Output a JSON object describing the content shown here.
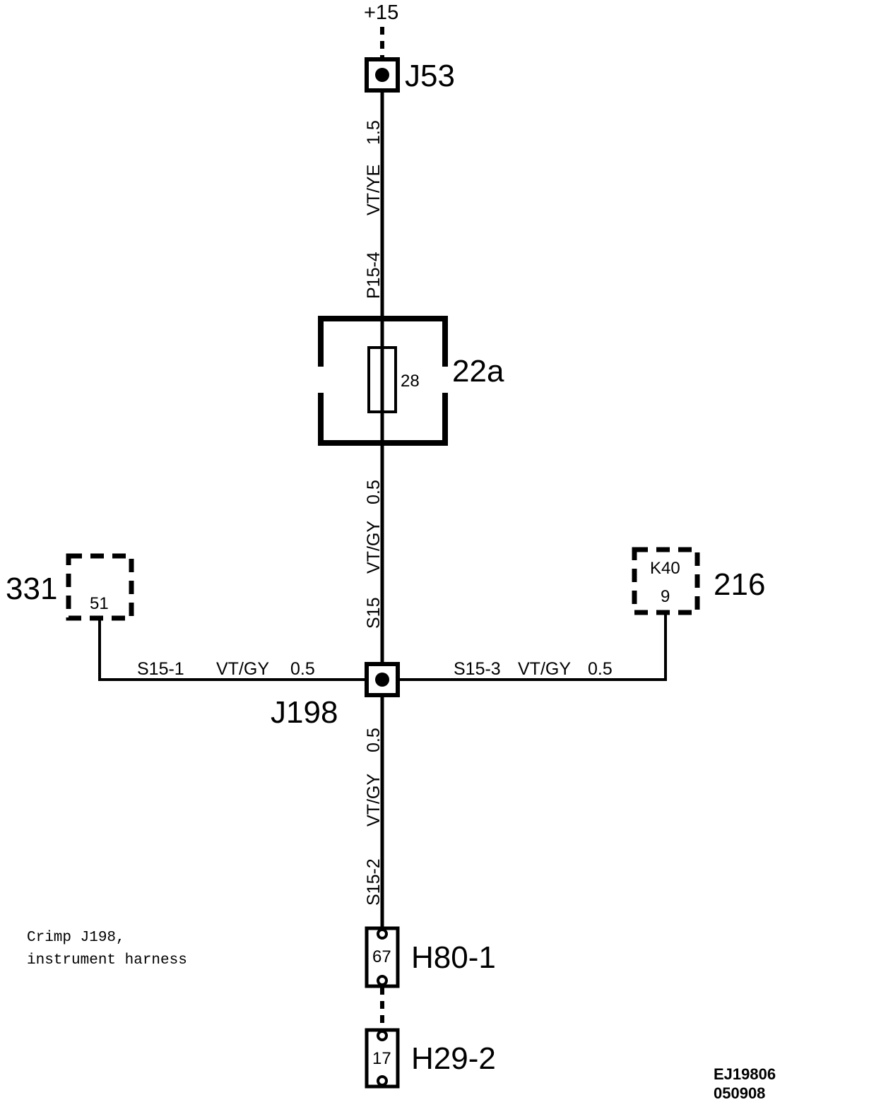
{
  "supply": "+15",
  "components": {
    "j53": "J53",
    "fuse_box": "22a",
    "fuse_number": "28",
    "j198": "J198",
    "node_331": "331",
    "node_331_pin": "51",
    "node_216": "216",
    "node_216_connector": "K40",
    "node_216_pin": "9",
    "h80": "H80-1",
    "h80_pin": "67",
    "h29": "H29-2",
    "h29_pin": "17"
  },
  "wires": {
    "top_size": "1.5",
    "top_color": "VT/YE",
    "top_id": "P15-4",
    "mid_size": "0.5",
    "mid_color": "VT/GY",
    "mid_id": "S15",
    "left_id": "S15-1",
    "left_color": "VT/GY",
    "left_size": "0.5",
    "right_id": "S15-3",
    "right_color": "VT/GY",
    "right_size": "0.5",
    "bottom_size": "0.5",
    "bottom_color": "VT/GY",
    "bottom_id": "S15-2"
  },
  "note": {
    "line1": "Crimp J198,",
    "line2": "instrument harness"
  },
  "reference": {
    "code": "EJ19806",
    "date": "050908"
  }
}
